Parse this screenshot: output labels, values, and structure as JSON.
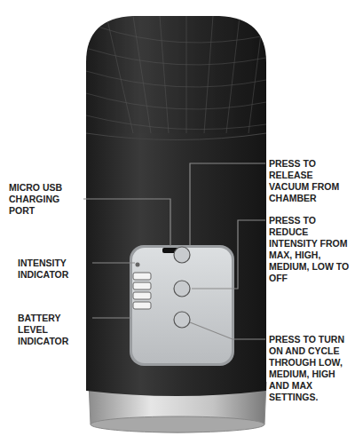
{
  "diagram": {
    "labels": [
      "MICRO USB CHARGING PORT",
      "INTENSITY INDICATOR",
      "BATTERY LEVEL INDICATOR",
      "PRESS TO RELEASE VACUUM FROM CHAMBER",
      "PRESS TO REDUCE INTENSITY FROM MAX, HIGH, MEDIUM, LOW TO OFF",
      "PRESS TO TURN ON AND CYCLE THROUGH LOW, MEDIUM, HIGH AND MAX SETTINGS."
    ]
  }
}
